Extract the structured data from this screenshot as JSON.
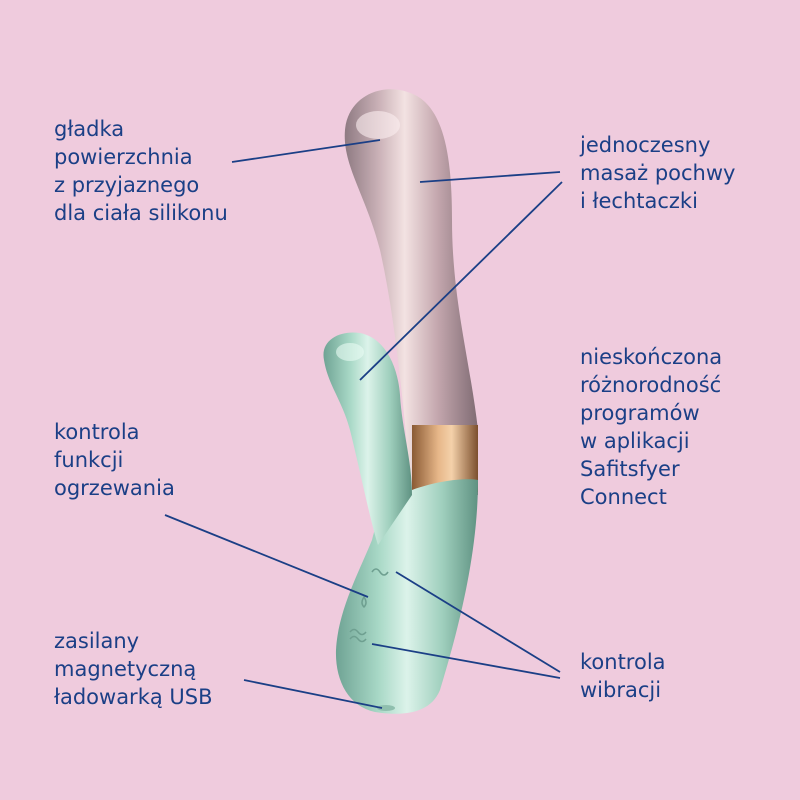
{
  "colors": {
    "background": "#efcbdd",
    "text": "#1b3f86",
    "leader_line": "#1b3f86",
    "upper_shaft": "#c8aab0",
    "lower_body": "#a9d8c6",
    "accent_ring": "#c08a5a"
  },
  "callouts": {
    "smooth_surface": [
      "gładka",
      "powierzchnia",
      "z przyjaznego",
      "dla ciała silikonu"
    ],
    "dual_massage": [
      "jednoczesny",
      "masaż pochwy",
      "i łechtaczki"
    ],
    "app_programs": [
      "nieskończona",
      "różnorodność",
      "programów",
      "w aplikacji",
      "Safitsfyer",
      "Connect"
    ],
    "heating_control": [
      "kontrola",
      "funkcji",
      "ogrzewania"
    ],
    "usb_charging": [
      "zasilany",
      "magnetyczną",
      "ładowarką USB"
    ],
    "vibration_control": [
      "kontrola",
      "wibracji"
    ]
  },
  "icons": {
    "heating_button": "heat-drop-icon",
    "vibration_button_upper": "wave-tilde-icon",
    "vibration_button_lower": "double-wave-icon",
    "charging_port": "magnetic-charge-port"
  }
}
